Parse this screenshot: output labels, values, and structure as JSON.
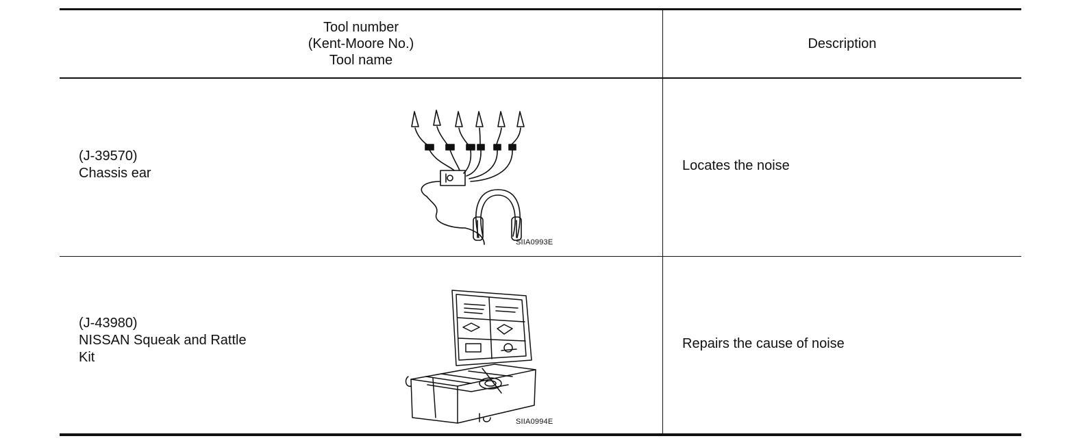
{
  "header": {
    "tool_col": [
      "Tool number",
      "(Kent-Moore No.)",
      "Tool name"
    ],
    "desc_col": "Description"
  },
  "rows": [
    {
      "tool_number": "(J-39570)",
      "tool_name": [
        "Chassis ear"
      ],
      "figure_code": "SIIA0993E",
      "figure_icon": "chassis-ear-headphones-clips-icon",
      "description": "Locates the noise"
    },
    {
      "tool_number": "(J-43980)",
      "tool_name": [
        "NISSAN Squeak and Rattle",
        "Kit"
      ],
      "figure_code": "SIIA0994E",
      "figure_icon": "open-toolbox-kit-icon",
      "description": "Repairs the cause of noise"
    }
  ]
}
